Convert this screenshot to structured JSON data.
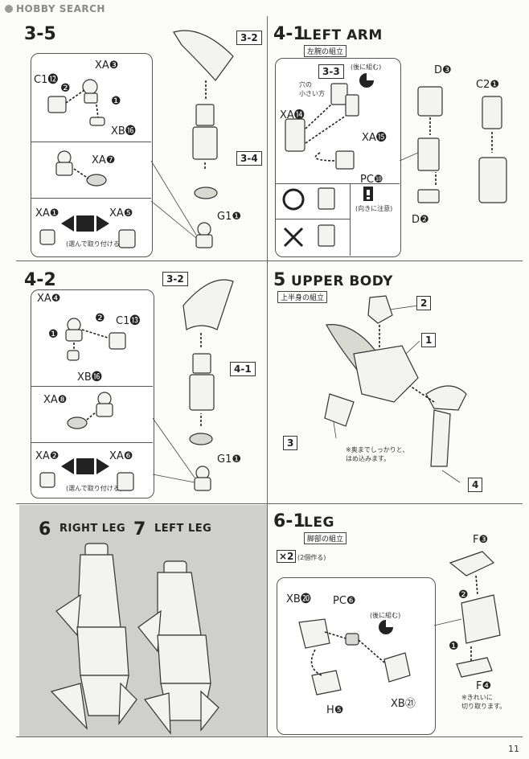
{
  "watermark": "HOBBY SEARCH",
  "page_number": "11",
  "s35": {
    "step": "3-5",
    "parts": {
      "c1": "C1⓬",
      "xa3": "XA❸",
      "xb16": "XB⓰",
      "xa7": "XA❼",
      "xa1": "XA❶",
      "xa5": "XA❺",
      "g1": "G1❶"
    },
    "tags": {
      "t32": "3-2",
      "t34": "3-4"
    },
    "order1": "❷",
    "order2": "❶",
    "note": "(選んで取り付ける)"
  },
  "s41": {
    "step": "4-1",
    "title": "LEFT ARM",
    "jp": "左腕の組立",
    "tag33": "3-3",
    "hole_note": "穴の\n小さい方",
    "back_note": "(後に組む)",
    "parts": {
      "xa14": "XA⓮",
      "xa15": "XA⓯",
      "d3": "D❸",
      "c2": "C2❶",
      "pc10": "PC❿",
      "d2": "D❷"
    },
    "pc_note": "(向きに注意)"
  },
  "s42": {
    "step": "4-2",
    "parts": {
      "xa4": "XA❹",
      "c1": "C1⓭",
      "xb16": "XB⓰",
      "xa8": "XA❽",
      "xa2": "XA❷",
      "xa6": "XA❻",
      "g1": "G1❶"
    },
    "tags": {
      "t32": "3-2",
      "t41": "4-1"
    },
    "order1": "❷",
    "order2": "❶",
    "note": "(選んで取り付ける)"
  },
  "s5": {
    "step": "5",
    "title": "UPPER BODY",
    "jp": "上半身の組立",
    "tags": {
      "t1": "1",
      "t2": "2",
      "t3": "3",
      "t4": "4"
    },
    "note": "※奥までしっかりと、\nはめ込みます。"
  },
  "s6": {
    "step": "6",
    "title": "RIGHT LEG"
  },
  "s7": {
    "step": "7",
    "title": "LEFT LEG"
  },
  "s61": {
    "step": "6-1",
    "title": "LEG",
    "jp": "脚部の組立",
    "qty": "×2",
    "qty_note": "(2個作る)",
    "back_note": "(後に組む)",
    "parts": {
      "xb20": "XB⓴",
      "pc6": "PC❻",
      "xb21": "XB㉑",
      "h5": "H❺",
      "f3": "F❸",
      "f4": "F❹"
    },
    "order1": "❷",
    "order2": "❶",
    "cut_note": "※きれいに\n切り取ります。"
  }
}
